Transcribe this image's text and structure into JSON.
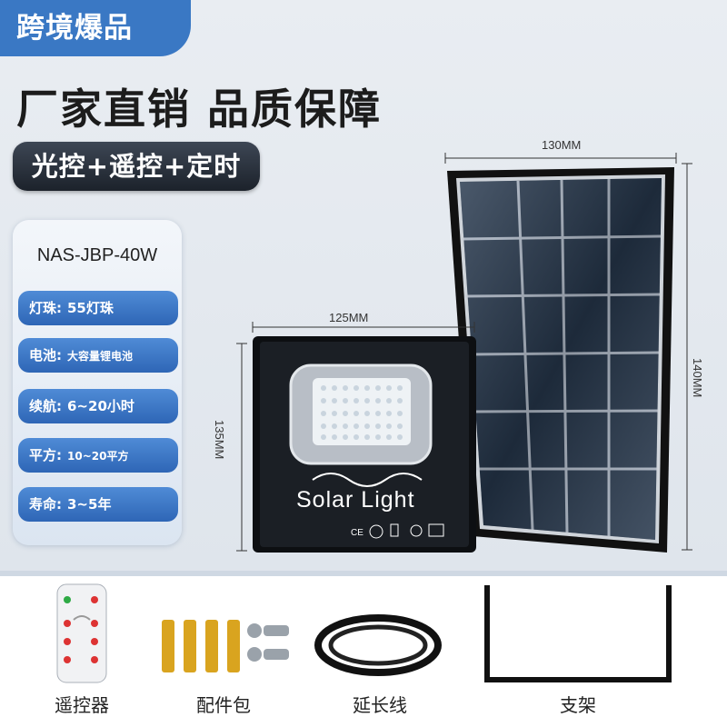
{
  "badge": "跨境爆品",
  "headline": "厂家直销 品质保障",
  "feature_pill": "光控+遥控+定时",
  "model": "NAS-JBP-40W",
  "specs": [
    {
      "key": "灯珠:",
      "value": "55灯珠"
    },
    {
      "key": "电池:",
      "value": "大容量锂电池"
    },
    {
      "key": "续航:",
      "value": "6~20小时"
    },
    {
      "key": "平方:",
      "value": "10~20平方"
    },
    {
      "key": "寿命:",
      "value": "3~5年"
    }
  ],
  "dimensions": {
    "panel_width": "130MM",
    "panel_height": "140MM",
    "lamp_width": "125MM",
    "lamp_height": "135MM"
  },
  "lamp_label": "Solar Light",
  "accessories": [
    "遥控器",
    "配件包",
    "延长线",
    "支架"
  ],
  "colors": {
    "accent": "#3a78c4",
    "pill_dark": "#2a313b",
    "spec_blue": "#3a74c4"
  }
}
